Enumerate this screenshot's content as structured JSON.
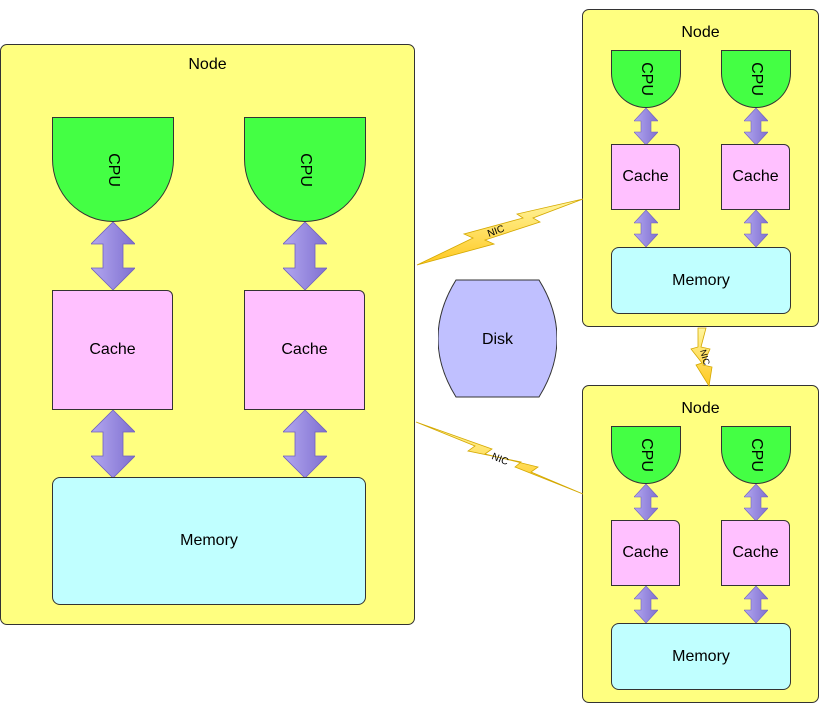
{
  "nodes": [
    {
      "title": "Node",
      "cpus": [
        "CPU",
        "CPU"
      ],
      "caches": [
        "Cache",
        "Cache"
      ],
      "memory": "Memory"
    },
    {
      "title": "Node",
      "cpus": [
        "CPU",
        "CPU"
      ],
      "caches": [
        "Cache",
        "Cache"
      ],
      "memory": "Memory"
    },
    {
      "title": "Node",
      "cpus": [
        "CPU",
        "CPU"
      ],
      "caches": [
        "Cache",
        "Cache"
      ],
      "memory": "Memory"
    }
  ],
  "disk": {
    "label": "Disk"
  },
  "links": [
    {
      "label": "NIC"
    },
    {
      "label": "NIC"
    },
    {
      "label": "NIC"
    }
  ],
  "colors": {
    "node_fill": "#ffff80",
    "cpu_fill": "#44ff44",
    "cache_fill": "#ffc0ff",
    "memory_fill": "#c0ffff",
    "disk_fill": "#c0c0ff",
    "arrow_fill": "#9b8ee0",
    "link_fill": "#ffe040"
  }
}
